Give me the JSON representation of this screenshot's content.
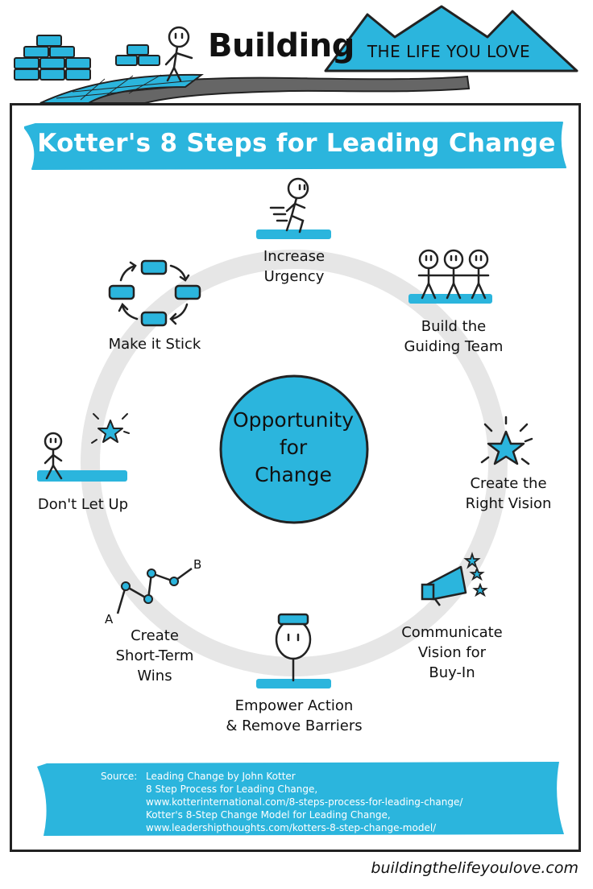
{
  "header": {
    "brand_title": "Building",
    "brand_subtitle": "THE LIFE YOU LOVE"
  },
  "banner": {
    "title": "Kotter's 8 Steps for Leading Change"
  },
  "center": {
    "label": "Opportunity\nfor\nChange"
  },
  "steps": [
    {
      "label": "Increase\nUrgency",
      "icon": "running-person-icon"
    },
    {
      "label": "Build the\nGuiding Team",
      "icon": "team-icon"
    },
    {
      "label": "Create the\nRight Vision",
      "icon": "star-icon"
    },
    {
      "label": "Communicate\nVision for\nBuy-In",
      "icon": "megaphone-icon"
    },
    {
      "label": "Empower Action\n& Remove Barriers",
      "icon": "person-icon"
    },
    {
      "label": "Create\nShort-Term\nWins",
      "icon": "progress-path-icon"
    },
    {
      "label": "Don't Let Up",
      "icon": "walking-person-icon"
    },
    {
      "label": "Make it Stick",
      "icon": "cycle-icon"
    }
  ],
  "icon_text": {
    "point_a": "A",
    "point_b": "B"
  },
  "source": {
    "label": "Source:",
    "lines": [
      "Leading Change by John Kotter",
      "8 Step Process for Leading Change,",
      "www.kotterinternational.com/8-steps-process-for-leading-change/",
      "Kotter's 8-Step Change Model for Leading Change,",
      "www.leadershipthoughts.com/kotters-8-step-change-model/"
    ]
  },
  "footer": {
    "url": "buildingthelifeyoulove.com"
  },
  "colors": {
    "accent": "#2bb5dd",
    "ring": "#e6e6e6",
    "outline": "#222222"
  }
}
